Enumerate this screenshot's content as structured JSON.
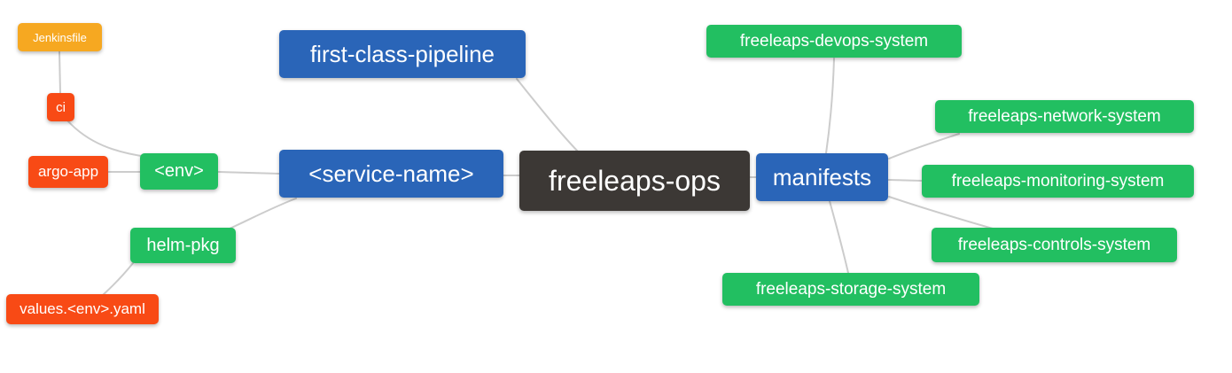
{
  "diagram_type": "mindmap",
  "title": "freeleaps-ops repository structure mind map",
  "colors": {
    "root": "#3C3835",
    "branch_blue": "#2A65B8",
    "leaf_green": "#22BF61",
    "leaf_red": "#F84A15",
    "leaf_orange": "#F6A821",
    "edge": "#CCCCCC",
    "node_text": "#FFFFFF",
    "background": "#FFFFFF"
  },
  "nodes": {
    "freeleaps_ops": {
      "label": "freeleaps-ops",
      "color": "#3C3835"
    },
    "first_class_pipeline": {
      "label": "first-class-pipeline",
      "color": "#2A65B8"
    },
    "service_name": {
      "label": "<service-name>",
      "color": "#2A65B8"
    },
    "manifests": {
      "label": "manifests",
      "color": "#2A65B8"
    },
    "env": {
      "label": "<env>",
      "color": "#22BF61"
    },
    "helm_pkg": {
      "label": "helm-pkg",
      "color": "#22BF61"
    },
    "ci": {
      "label": "ci",
      "color": "#F84A15"
    },
    "argo_app": {
      "label": "argo-app",
      "color": "#F84A15"
    },
    "values_env_yaml": {
      "label": "values.<env>.yaml",
      "color": "#F84A15"
    },
    "jenkinsfile": {
      "label": "Jenkinsfile",
      "color": "#F6A821"
    },
    "devops_system": {
      "label": "freeleaps-devops-system",
      "color": "#22BF61"
    },
    "network_system": {
      "label": "freeleaps-network-system",
      "color": "#22BF61"
    },
    "monitoring_system": {
      "label": "freeleaps-monitoring-system",
      "color": "#22BF61"
    },
    "controls_system": {
      "label": "freeleaps-controls-system",
      "color": "#22BF61"
    },
    "storage_system": {
      "label": "freeleaps-storage-system",
      "color": "#22BF61"
    }
  },
  "edges": [
    [
      "jenkinsfile",
      "ci"
    ],
    [
      "ci",
      "env"
    ],
    [
      "argo_app",
      "env"
    ],
    [
      "env",
      "service_name"
    ],
    [
      "helm_pkg",
      "service_name"
    ],
    [
      "helm_pkg",
      "values_env_yaml"
    ],
    [
      "service_name",
      "freeleaps_ops"
    ],
    [
      "first_class_pipeline",
      "freeleaps_ops"
    ],
    [
      "freeleaps_ops",
      "manifests"
    ],
    [
      "manifests",
      "devops_system"
    ],
    [
      "manifests",
      "network_system"
    ],
    [
      "manifests",
      "monitoring_system"
    ],
    [
      "manifests",
      "controls_system"
    ],
    [
      "manifests",
      "storage_system"
    ]
  ]
}
